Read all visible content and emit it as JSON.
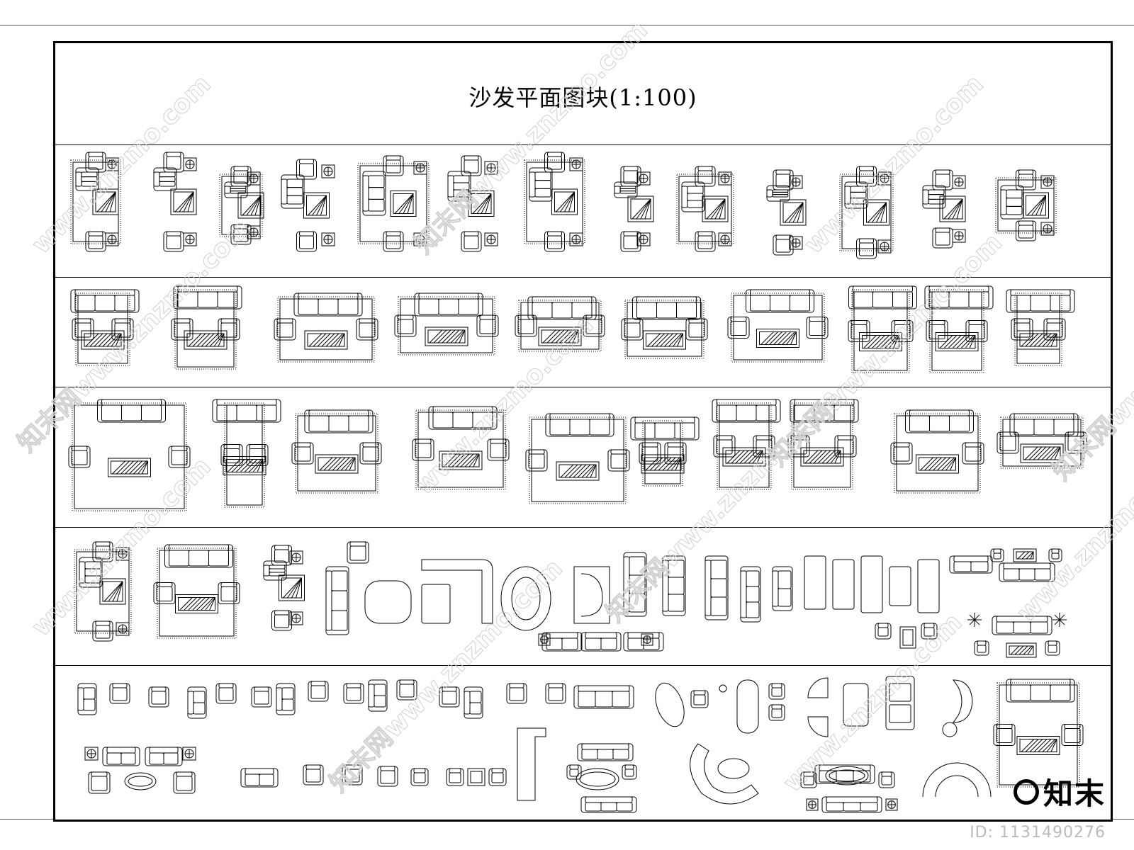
{
  "sheet": {
    "title": "沙发平面图块(1:100)",
    "rows": [
      "row-1",
      "row-2",
      "row-3",
      "row-4",
      "row-5"
    ]
  },
  "watermark": {
    "text": "www.znzmo.com",
    "logo_text": "知末网"
  },
  "brand": {
    "logo_text": "知末",
    "id_caption": "ID: 1131490276"
  },
  "colors": {
    "line": "#000000",
    "frame": "#000000",
    "watermark": "#d0d0d0",
    "caption": "#bbbbbb"
  },
  "icons": [
    "sofa-block-icon",
    "armchair-icon",
    "coffee-table-icon",
    "rug-icon",
    "side-table-icon",
    "plant-icon",
    "lamp-icon",
    "sectional-sofa-icon"
  ]
}
